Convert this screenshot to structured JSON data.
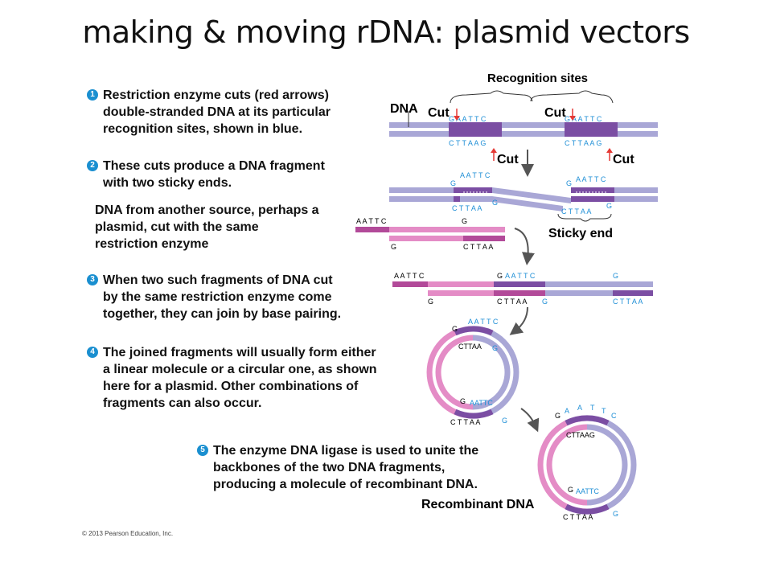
{
  "slide": {
    "title": "making & moving rDNA: plasmid vectors",
    "copyright": "© 2013 Pearson Education, Inc."
  },
  "steps": [
    {
      "number": "1",
      "lines": [
        "Restriction enzyme cuts (red arrows)",
        "double-stranded DNA at its particular",
        "recognition sites, shown in blue."
      ]
    },
    {
      "number": "2",
      "lines": [
        "These cuts produce a DNA fragment",
        "with two sticky ends."
      ]
    },
    {
      "number": "",
      "lines": [
        "DNA from another source, perhaps a",
        "plasmid, cut with the same",
        "restriction enzyme"
      ]
    },
    {
      "number": "3",
      "lines": [
        "When two such fragments of DNA cut",
        "by the same restriction enzyme come",
        "together, they can join by base pairing."
      ]
    },
    {
      "number": "4",
      "lines": [
        "The joined fragments will usually form either",
        "a linear molecule or a circular one, as shown",
        "here for a plasmid. Other combinations of",
        "fragments can also occur."
      ]
    },
    {
      "number": "5",
      "lines": [
        "The enzyme DNA ligase is used to unite the",
        "backbones of the two DNA fragments,",
        "producing a molecule of recombinant DNA."
      ]
    }
  ],
  "labels": {
    "recognition_sites": "Recognition sites",
    "dna": "DNA",
    "cut": "Cut",
    "sticky_end": "Sticky end",
    "recombinant_dna": "Recombinant DNA"
  },
  "sequences": {
    "top": "G A A T T C",
    "bottom": "C T T A A G",
    "overhang_top": "A A T T C",
    "overhang_bottom": "C T T A A",
    "g": "G",
    "cttaa_tight": "CTTAA",
    "aattc_tight": "AATTC",
    "cttaag_tight": "CTTAAG",
    "a": "A",
    "t": "T",
    "c": "C"
  },
  "colors": {
    "dna_strand": "#a9a7d6",
    "foreign_strand": "#e48cc6",
    "site_dark": "#7b4ea3",
    "site_text": "#1f8fd6",
    "cut_arrow": "#e53935",
    "step_badge": "#1a8fd0"
  }
}
